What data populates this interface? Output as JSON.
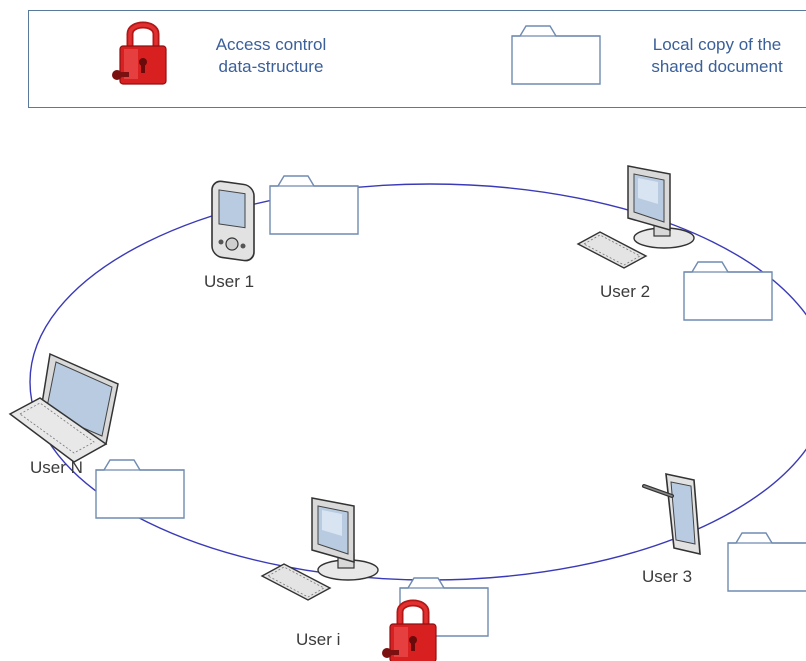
{
  "legend": {
    "lock_label": "Access control\ndata-structure",
    "document_label": "Local copy of the\nshared document"
  },
  "users": [
    {
      "label": "User 1",
      "device": "pda-icon"
    },
    {
      "label": "User 2",
      "device": "desktop-computer-icon"
    },
    {
      "label": "User 3",
      "device": "tablet-icon"
    },
    {
      "label": "User i",
      "device": "desktop-computer-icon",
      "holds_lock": true
    },
    {
      "label": "User N",
      "device": "laptop-icon"
    }
  ],
  "colors": {
    "ring": "#3a3ab8",
    "legend_text": "#3a5f99",
    "lock": "#d92020",
    "folder_outline": "#6f8bb0"
  }
}
